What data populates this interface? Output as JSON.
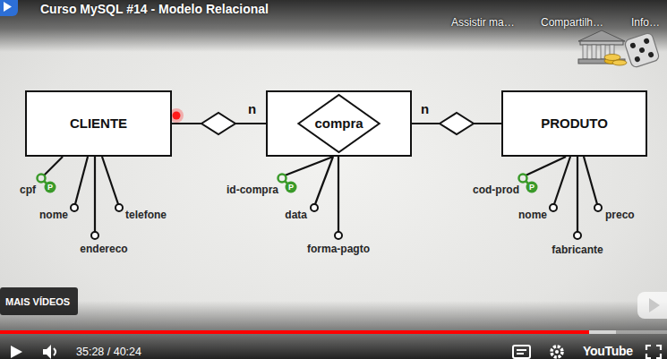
{
  "diagram": {
    "title": "Curso MySQL #14 - Modelo Relacional",
    "nodes": [
      {
        "text": [
          "CLIENTE"
        ]
      },
      {
        "text": [
          "compra"
        ]
      },
      {
        "text": [
          "PRODUTO"
        ]
      }
    ],
    "edges": [
      {
        "from": 0,
        "to": 1,
        "arrow": "none",
        "label": "n"
      },
      {
        "from": 1,
        "to": 2,
        "arrow": "none",
        "label": "n"
      }
    ],
    "labels": [
      "Assistir ma…",
      "Compartilh…",
      "Info…",
      "P",
      "cpf",
      "P",
      "id-compra",
      "P",
      "cod-prod",
      "nome",
      "telefone",
      "data",
      "nome",
      "preco",
      "endereco",
      "forma-pagto",
      "fabricante",
      "MAIS VÍDEOS",
      "35:28 / 40:24",
      "YouTube"
    ]
  }
}
